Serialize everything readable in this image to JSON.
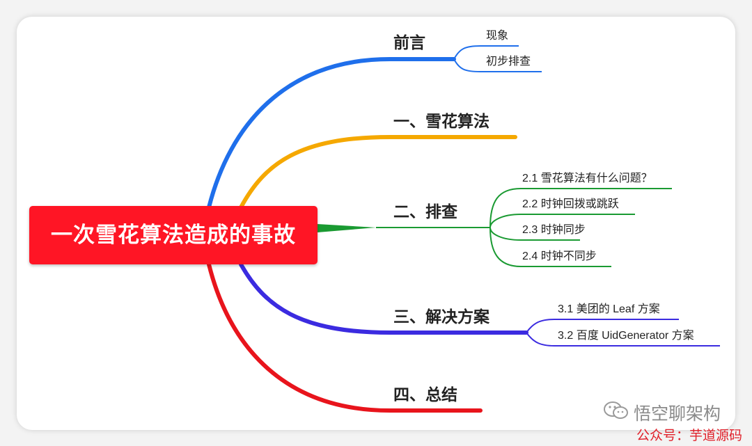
{
  "root": {
    "title": "一次雪花算法造成的事故",
    "color": "#ff1525"
  },
  "topics": [
    {
      "label": "前言",
      "color": "#1f6feb",
      "children": [
        "现象",
        "初步排查"
      ]
    },
    {
      "label": "一、雪花算法",
      "color": "#f5a800",
      "children": []
    },
    {
      "label": "二、排查",
      "color": "#1a9a32",
      "children": [
        "2.1 雪花算法有什么问题？",
        "2.2 时钟回拨或跳跃",
        "2.3 时钟同步",
        "2.4 时钟不同步"
      ]
    },
    {
      "label": "三、解决方案",
      "color": "#3b2be0",
      "children": [
        "3.1 美团的 Leaf 方案",
        "3.2 百度 UidGenerator 方案"
      ]
    },
    {
      "label": "四、总结",
      "color": "#e8141c",
      "children": []
    }
  ],
  "watermark": {
    "account": "悟空聊架构",
    "icon": "wechat-icon"
  },
  "footer": {
    "note": "公众号：芋道源码"
  }
}
